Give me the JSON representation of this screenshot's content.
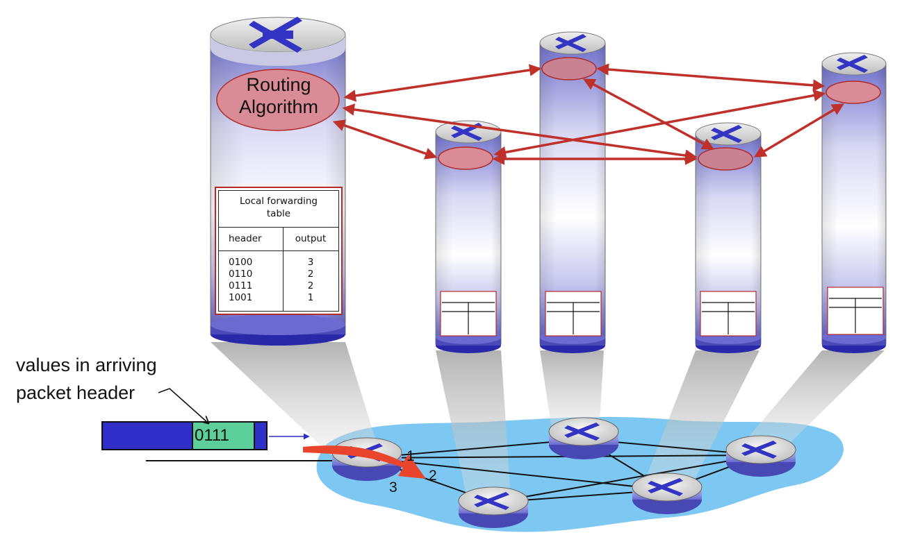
{
  "routing_algorithm": {
    "line1": "Routing",
    "line2": "Algorithm"
  },
  "forwarding_table": {
    "title_line1": "Local forwarding",
    "title_line2": "table",
    "col_header": "header",
    "col_output": "output",
    "rows": [
      {
        "header": "0100",
        "output": "3"
      },
      {
        "header": "0110",
        "output": "2"
      },
      {
        "header": "0111",
        "output": "2"
      },
      {
        "header": "1001",
        "output": "1"
      }
    ]
  },
  "packet_label": {
    "line1": "values in arriving",
    "line2": "packet header"
  },
  "packet_header_value": "0111",
  "ports": {
    "p1": "1",
    "p2": "2",
    "p3": "3"
  },
  "colors": {
    "arrow_red": "#c0302a",
    "router_blue": "#2c2cc0",
    "network_blue": "#7cc8f2",
    "packet_green": "#5ccf9a"
  }
}
